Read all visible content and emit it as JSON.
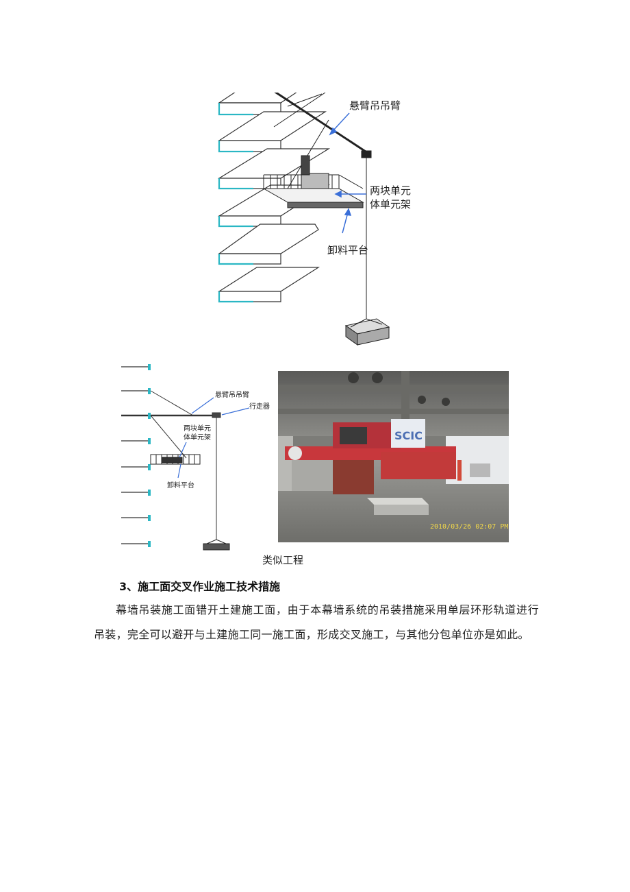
{
  "figure_top": {
    "label_cantilever": "悬臂吊吊臂",
    "label_unit_line1": "两块单元",
    "label_unit_line2": "体单元架",
    "label_platform": "卸料平台"
  },
  "figure_side": {
    "label_cantilever": "悬臂吊吊臂",
    "label_trolley": "行走器",
    "label_unit_line1": "两块单元",
    "label_unit_line2": "体单元架",
    "label_platform": "卸料平台"
  },
  "photo": {
    "sign_text": "SCIC",
    "timestamp": "2010/03/26 02:07 PM"
  },
  "caption": "类似工程",
  "section": {
    "heading": "3、施工面交叉作业施工技术措施",
    "paragraph": "幕墙吊装施工面错开土建施工面，由于本幕墙系统的吊装措施采用单层环形轨道进行吊装，完全可以避开与土建施工同一施工面，形成交叉施工，与其他分包单位亦是如此。"
  },
  "colors": {
    "slab_edge": "#2ab7c4",
    "arrow": "#3a6fd8",
    "crane_red": "#c8373c"
  }
}
